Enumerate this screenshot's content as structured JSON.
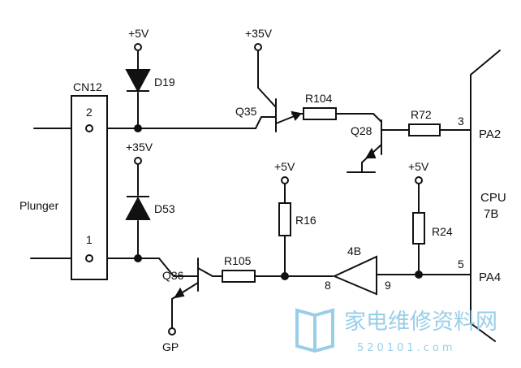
{
  "supplies": {
    "d19_top": "+5V",
    "q35_top": "+35V",
    "d53_top": "+35V",
    "r16_top": "+5V",
    "r24_top": "+5V",
    "q36_emitter": "GP"
  },
  "connector": {
    "name": "CN12",
    "pin_top": "2",
    "pin_bottom": "1",
    "device_label": "Plunger"
  },
  "components": {
    "d19": "D19",
    "d53": "D53",
    "q35": "Q35",
    "q28": "Q28",
    "q36": "Q36",
    "r104": "R104",
    "r72": "R72",
    "r16": "R16",
    "r24": "R24",
    "r105": "R105",
    "buffer": "4B",
    "buffer_in_pin": "8",
    "buffer_out_pin": "9"
  },
  "cpu": {
    "name_line1": "CPU",
    "name_line2": "7B",
    "pin_pa2_num": "3",
    "pin_pa2": "PA2",
    "pin_pa4_num": "5",
    "pin_pa4": "PA4"
  },
  "watermark": {
    "text": "家电维修资料网",
    "url": "520101.com"
  }
}
